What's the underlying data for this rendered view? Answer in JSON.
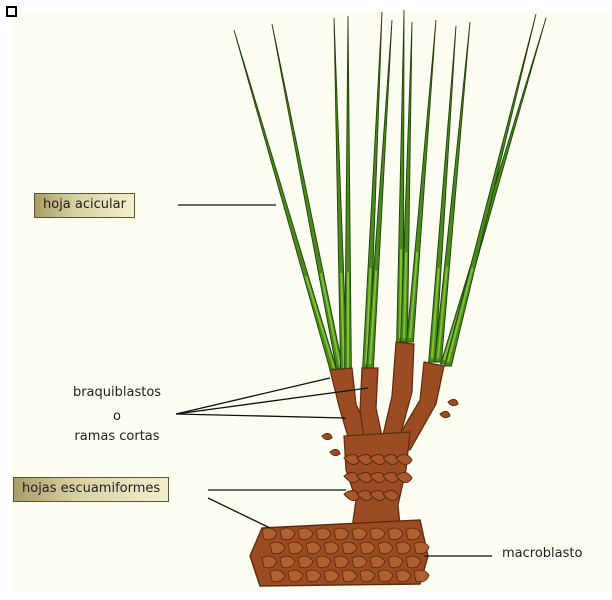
{
  "labels": {
    "hoja_acicular": "hoja acicular",
    "braquiblastos_line1": "braquiblastos",
    "braquiblastos_line2": "o",
    "braquiblastos_line3": "ramas cortas",
    "hojas_escuamiformes": "hojas escuamiformes",
    "macroblasto": "macroblasto"
  },
  "colors": {
    "background": "#fdfdf1",
    "needle": "#4a8a1c",
    "needle_light": "#7fc137",
    "stem": "#9b4c22",
    "stem_dark": "#5e2a10",
    "label_box": "#d7d09f"
  }
}
